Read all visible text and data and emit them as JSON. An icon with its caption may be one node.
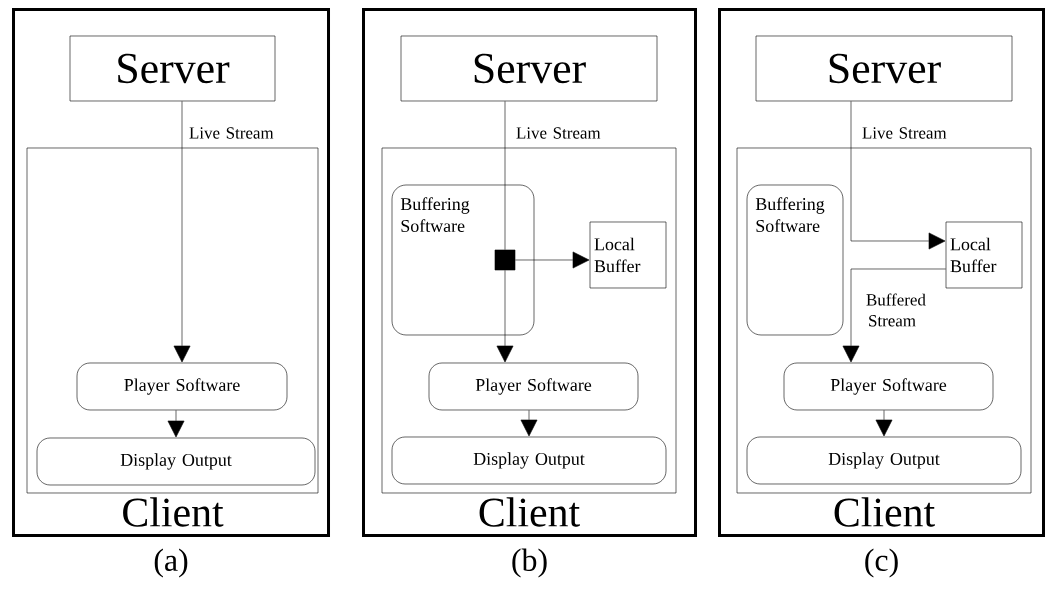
{
  "diagram": {
    "nodes": [
      {
        "text": [],
        "shape": "box",
        "beside": [
          "(a)"
        ]
      },
      {
        "text": [
          "Server"
        ],
        "in": 0
      },
      {
        "text": [
          "Client"
        ],
        "in": 0
      },
      {
        "text": [
          "Player Software"
        ],
        "in": 2
      },
      {
        "text": [
          "Display Output"
        ],
        "in": 2
      },
      {
        "text": [],
        "shape": "box",
        "beside": [
          "(b)"
        ]
      },
      {
        "text": [
          "Server"
        ],
        "in": 5
      },
      {
        "text": [
          "Client"
        ],
        "in": 5
      },
      {
        "text": [
          "Buffering Software"
        ],
        "in": 7
      },
      {
        "text": [],
        "shape": "box",
        "in": 8
      },
      {
        "text": [
          "Local Buffer"
        ],
        "in": 7
      },
      {
        "text": [
          "Player Software"
        ],
        "in": 7
      },
      {
        "text": [
          "Display Output"
        ],
        "in": 7
      },
      {
        "text": [],
        "shape": "box",
        "beside": [
          "(c)"
        ]
      },
      {
        "text": [
          "Server"
        ],
        "in": 13
      },
      {
        "text": [
          "Client"
        ],
        "in": 13
      },
      {
        "text": [
          "Buffering Software"
        ],
        "in": 15
      },
      {
        "text": [
          "Local Buffer"
        ],
        "in": 15
      },
      {
        "text": [
          "Player Software"
        ],
        "in": 15
      },
      {
        "text": [
          "Display Output"
        ],
        "in": 15
      }
    ],
    "edges": [
      {
        "from": 1,
        "to": 3,
        "arrow": "to",
        "label": "Live Stream"
      },
      {
        "from": 3,
        "to": 4,
        "arrow": "to"
      },
      {
        "from": 6,
        "to": 9,
        "arrow": "none",
        "label": "Live Stream"
      },
      {
        "from": 9,
        "to": 10,
        "arrow": "to"
      },
      {
        "from": 9,
        "to": 11,
        "arrow": "to"
      },
      {
        "from": 11,
        "to": 12,
        "arrow": "to"
      },
      {
        "from": 14,
        "to": 17,
        "arrow": "to",
        "label": "Live Stream"
      },
      {
        "from": 17,
        "to": 18,
        "arrow": "to",
        "label": "Buffered Stream"
      },
      {
        "from": 18,
        "to": 19,
        "arrow": "to"
      }
    ]
  }
}
